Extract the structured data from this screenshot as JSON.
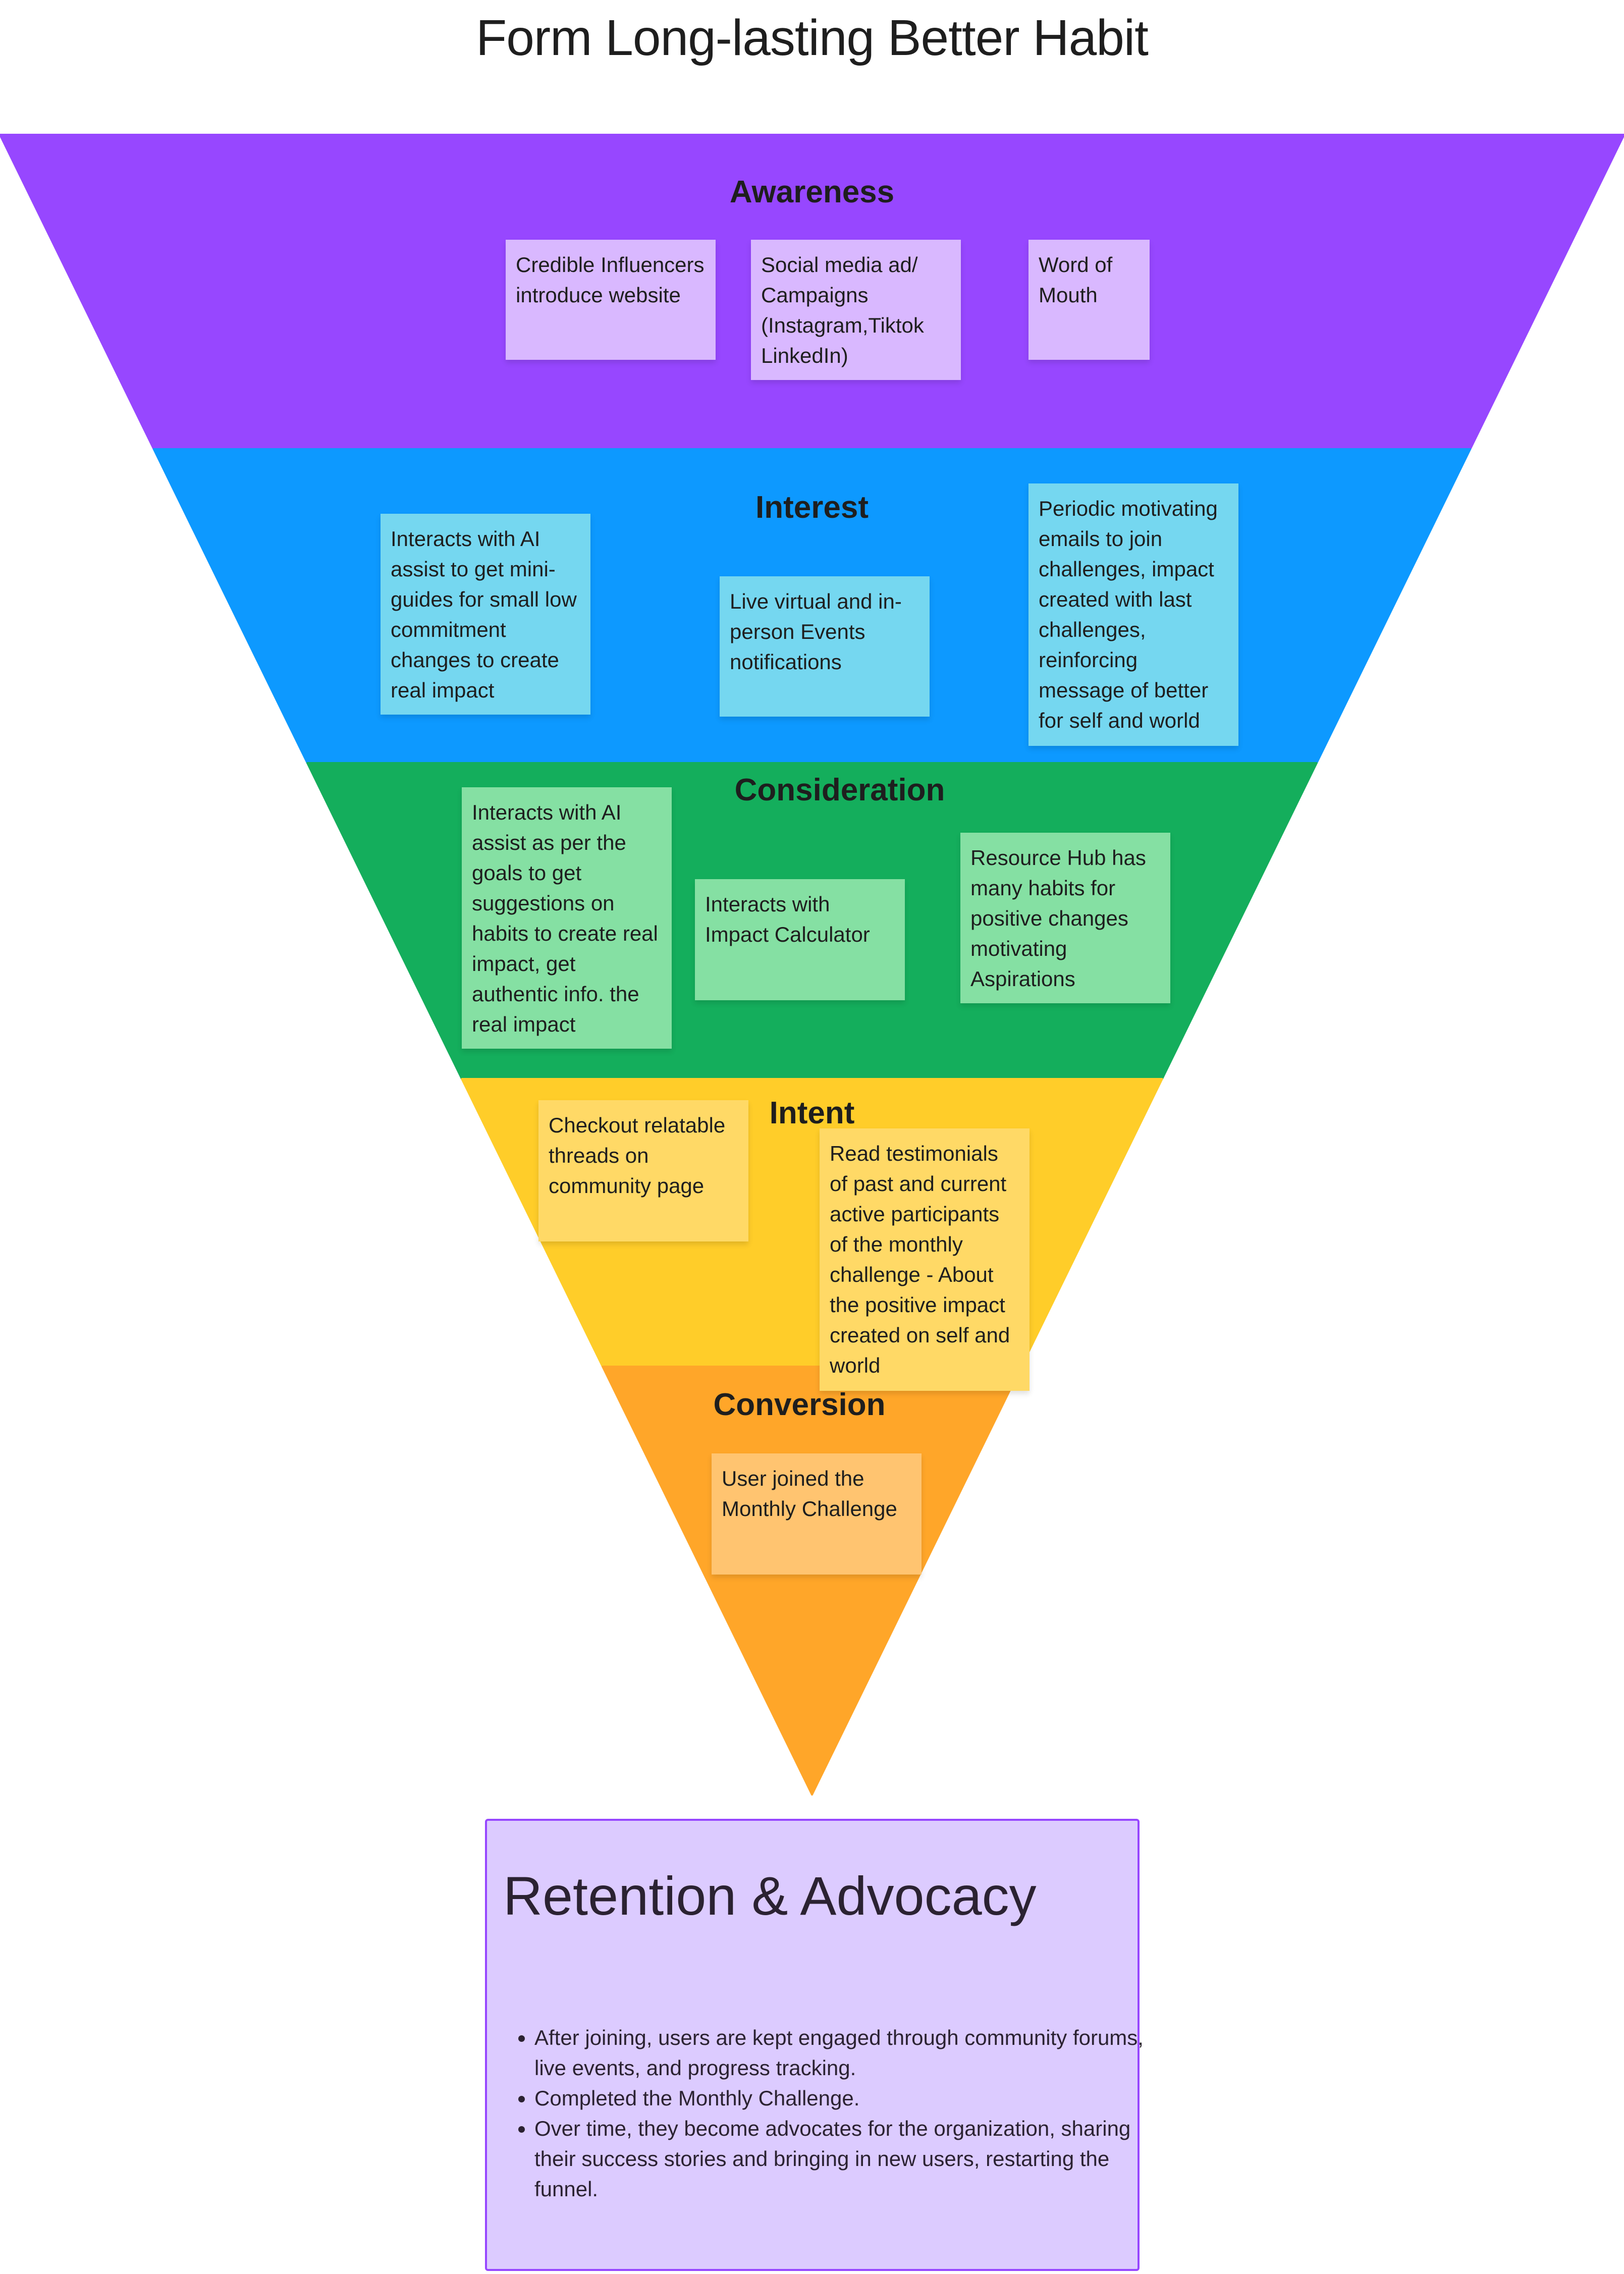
{
  "title": "Form Long-lasting Better Habit",
  "stages": [
    {
      "name": "Awareness",
      "color": "#9747ff",
      "sticky_color": "#d9b8ff",
      "stickies": [
        "Credible Influencers introduce website",
        "Social media ad/ Campaigns (Instagram,Tiktok LinkedIn)",
        "Word of Mouth"
      ]
    },
    {
      "name": "Interest",
      "color": "#0d99ff",
      "sticky_color": "#75d7f0",
      "stickies": [
        "Interacts with AI assist to get mini-guides for small low commitment changes to create real impact",
        "Live virtual and in-person Events notifications",
        "Periodic motivating emails to join challenges, impact created with last challenges, reinforcing message of better for self and world"
      ]
    },
    {
      "name": "Consideration",
      "color": "#14ae5c",
      "sticky_color": "#85e0a3",
      "stickies": [
        "Interacts with AI assist as per the goals to get suggestions on habits to create real impact, get authentic info. the real impact",
        "Interacts with Impact Calculator",
        "Resource Hub has many habits for positive changes motivating Aspirations"
      ]
    },
    {
      "name": "Intent",
      "color": "#ffcd29",
      "sticky_color": "#ffd966",
      "stickies": [
        "Checkout relatable threads on community page",
        "Read testimonials of past and current active participants of the monthly challenge - About the positive impact created on self and world"
      ]
    },
    {
      "name": "Conversion",
      "color": "#ffa629",
      "sticky_color": "#ffc470",
      "stickies": [
        "User joined the Monthly Challenge"
      ]
    }
  ],
  "retention": {
    "title": "Retention & Advocacy",
    "border_color": "#9747ff",
    "background": "#dccbff",
    "bullets": [
      " After joining, users are kept engaged through community forums, live events, and progress tracking.",
      "Completed the Monthly Challenge.",
      "Over time, they become advocates for the organization, sharing their success stories and bringing in new users, restarting the funnel."
    ]
  }
}
